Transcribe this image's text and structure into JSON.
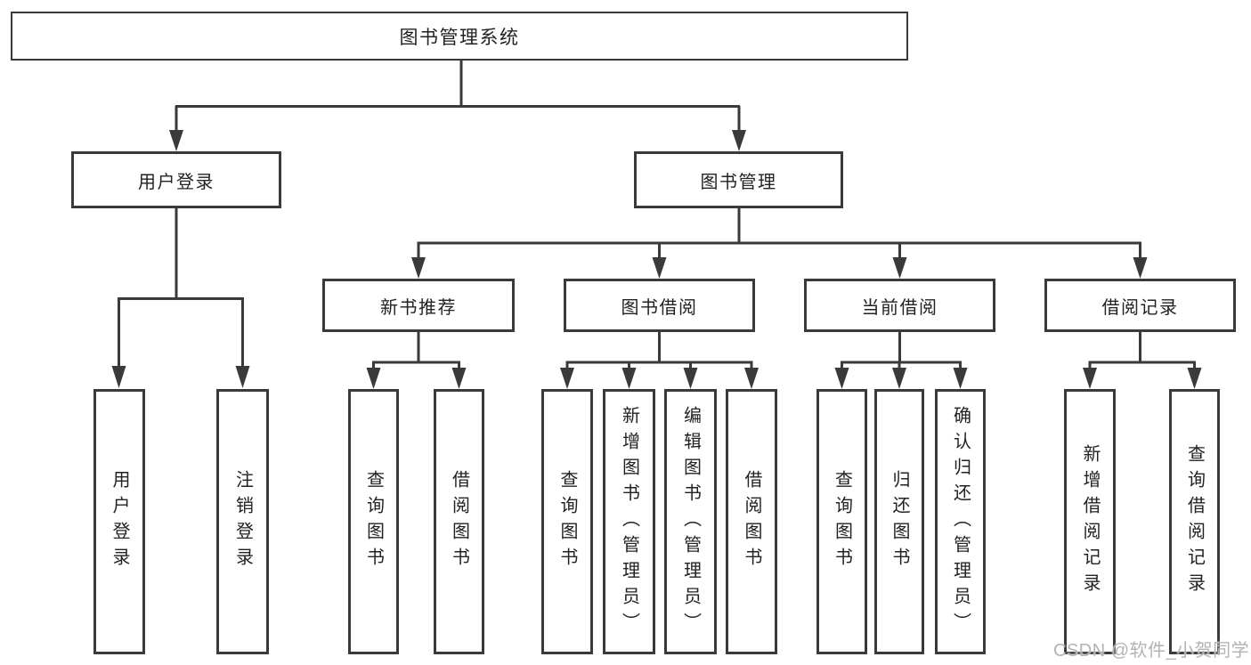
{
  "tree": {
    "root": {
      "label": "图书管理系统"
    },
    "children": [
      {
        "label": "用户登录",
        "children": [
          {
            "label": "用户登录"
          },
          {
            "label": "注销登录"
          }
        ]
      },
      {
        "label": "图书管理",
        "children": [
          {
            "label": "新书推荐",
            "children": [
              {
                "label": "查询图书"
              },
              {
                "label": "借阅图书"
              }
            ]
          },
          {
            "label": "图书借阅",
            "children": [
              {
                "label": "查询图书"
              },
              {
                "label": "新增图书（管理员）"
              },
              {
                "label": "编辑图书（管理员）"
              },
              {
                "label": "借阅图书"
              }
            ]
          },
          {
            "label": "当前借阅",
            "children": [
              {
                "label": "查询图书"
              },
              {
                "label": "归还图书"
              },
              {
                "label": "确认归还（管理员）"
              }
            ]
          },
          {
            "label": "借阅记录",
            "children": [
              {
                "label": "新增借阅记录"
              },
              {
                "label": "查询借阅记录"
              }
            ]
          }
        ]
      }
    ]
  },
  "watermark": {
    "text": "CSDN @软件_小贺同学",
    "color": "#b3b3b3"
  },
  "colors": {
    "line": "#3a3a3a",
    "text": "#222222",
    "background": "#ffffff"
  }
}
